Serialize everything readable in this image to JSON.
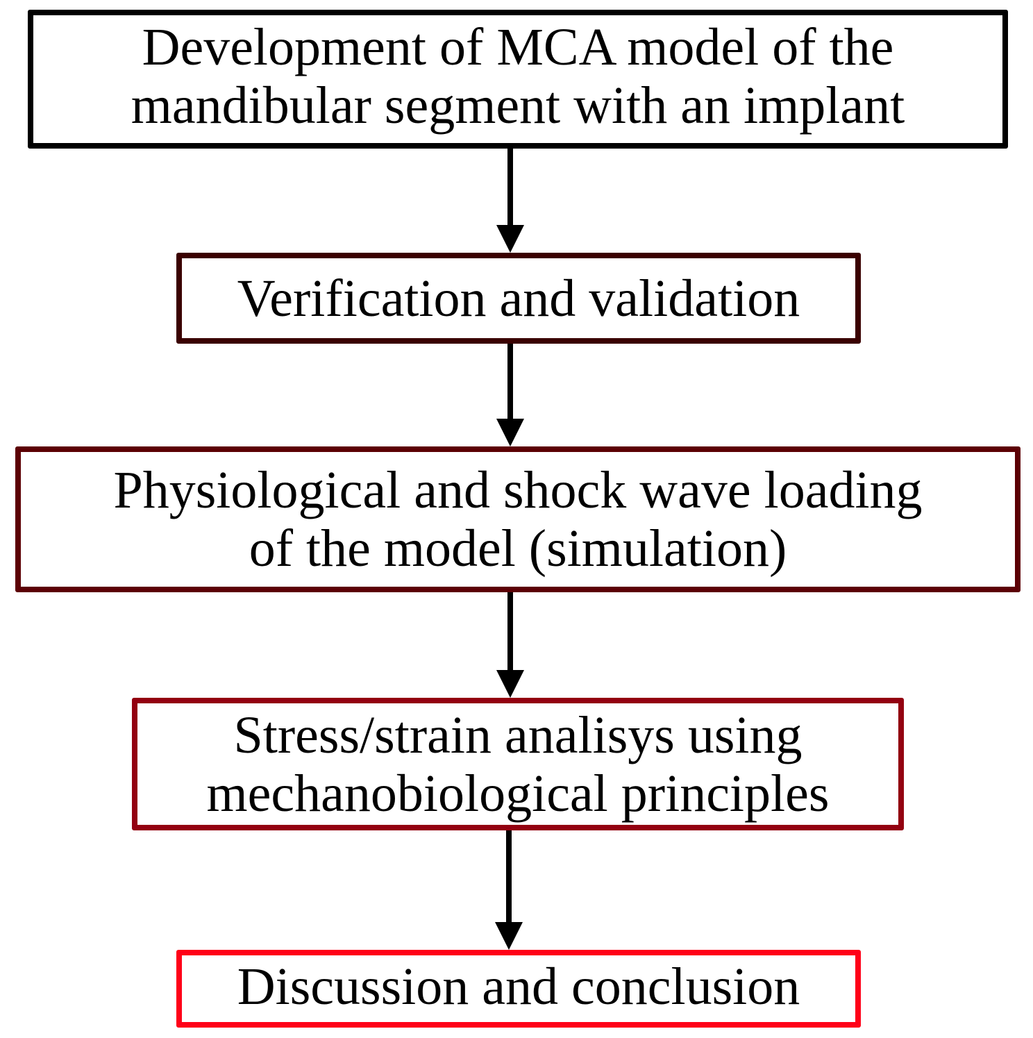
{
  "flowchart": {
    "steps": [
      {
        "label": "Development of MCA model of the\nmandibular segment with an implant",
        "color": "#000000"
      },
      {
        "label": "Verification and validation",
        "color": "#3a0000"
      },
      {
        "label": "Physiological and shock wave loading\nof the model (simulation)",
        "color": "#5c0004"
      },
      {
        "label": "Stress/strain analisys using\nmechanobiological principles",
        "color": "#930010"
      },
      {
        "label": "Discussion and conclusion",
        "color": "#ff0018"
      }
    ],
    "arrow_color": "#000000"
  }
}
